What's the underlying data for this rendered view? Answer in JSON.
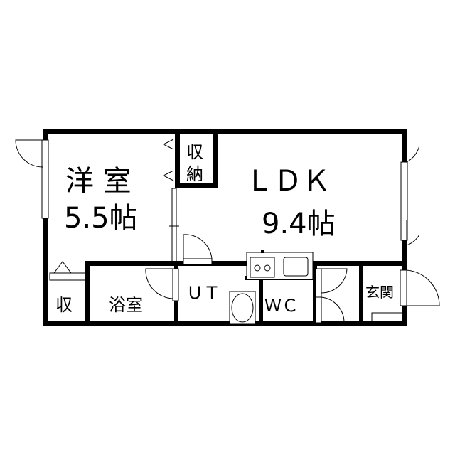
{
  "floorplan": {
    "rooms": {
      "western_room": {
        "name": "洋 室",
        "size": "5.5帖"
      },
      "closet_large": {
        "name_line1": "収",
        "name_line2": "納"
      },
      "ldk": {
        "name": "ＬＤＫ",
        "size": "9.4帖"
      },
      "closet_small": {
        "name": "収"
      },
      "bathroom": {
        "name": "浴室"
      },
      "utility": {
        "name": "ＵＴ"
      },
      "toilet": {
        "name": "ＷＣ"
      },
      "entrance": {
        "name": "玄関"
      }
    },
    "colors": {
      "wall": "#000000",
      "background": "#ffffff"
    }
  }
}
